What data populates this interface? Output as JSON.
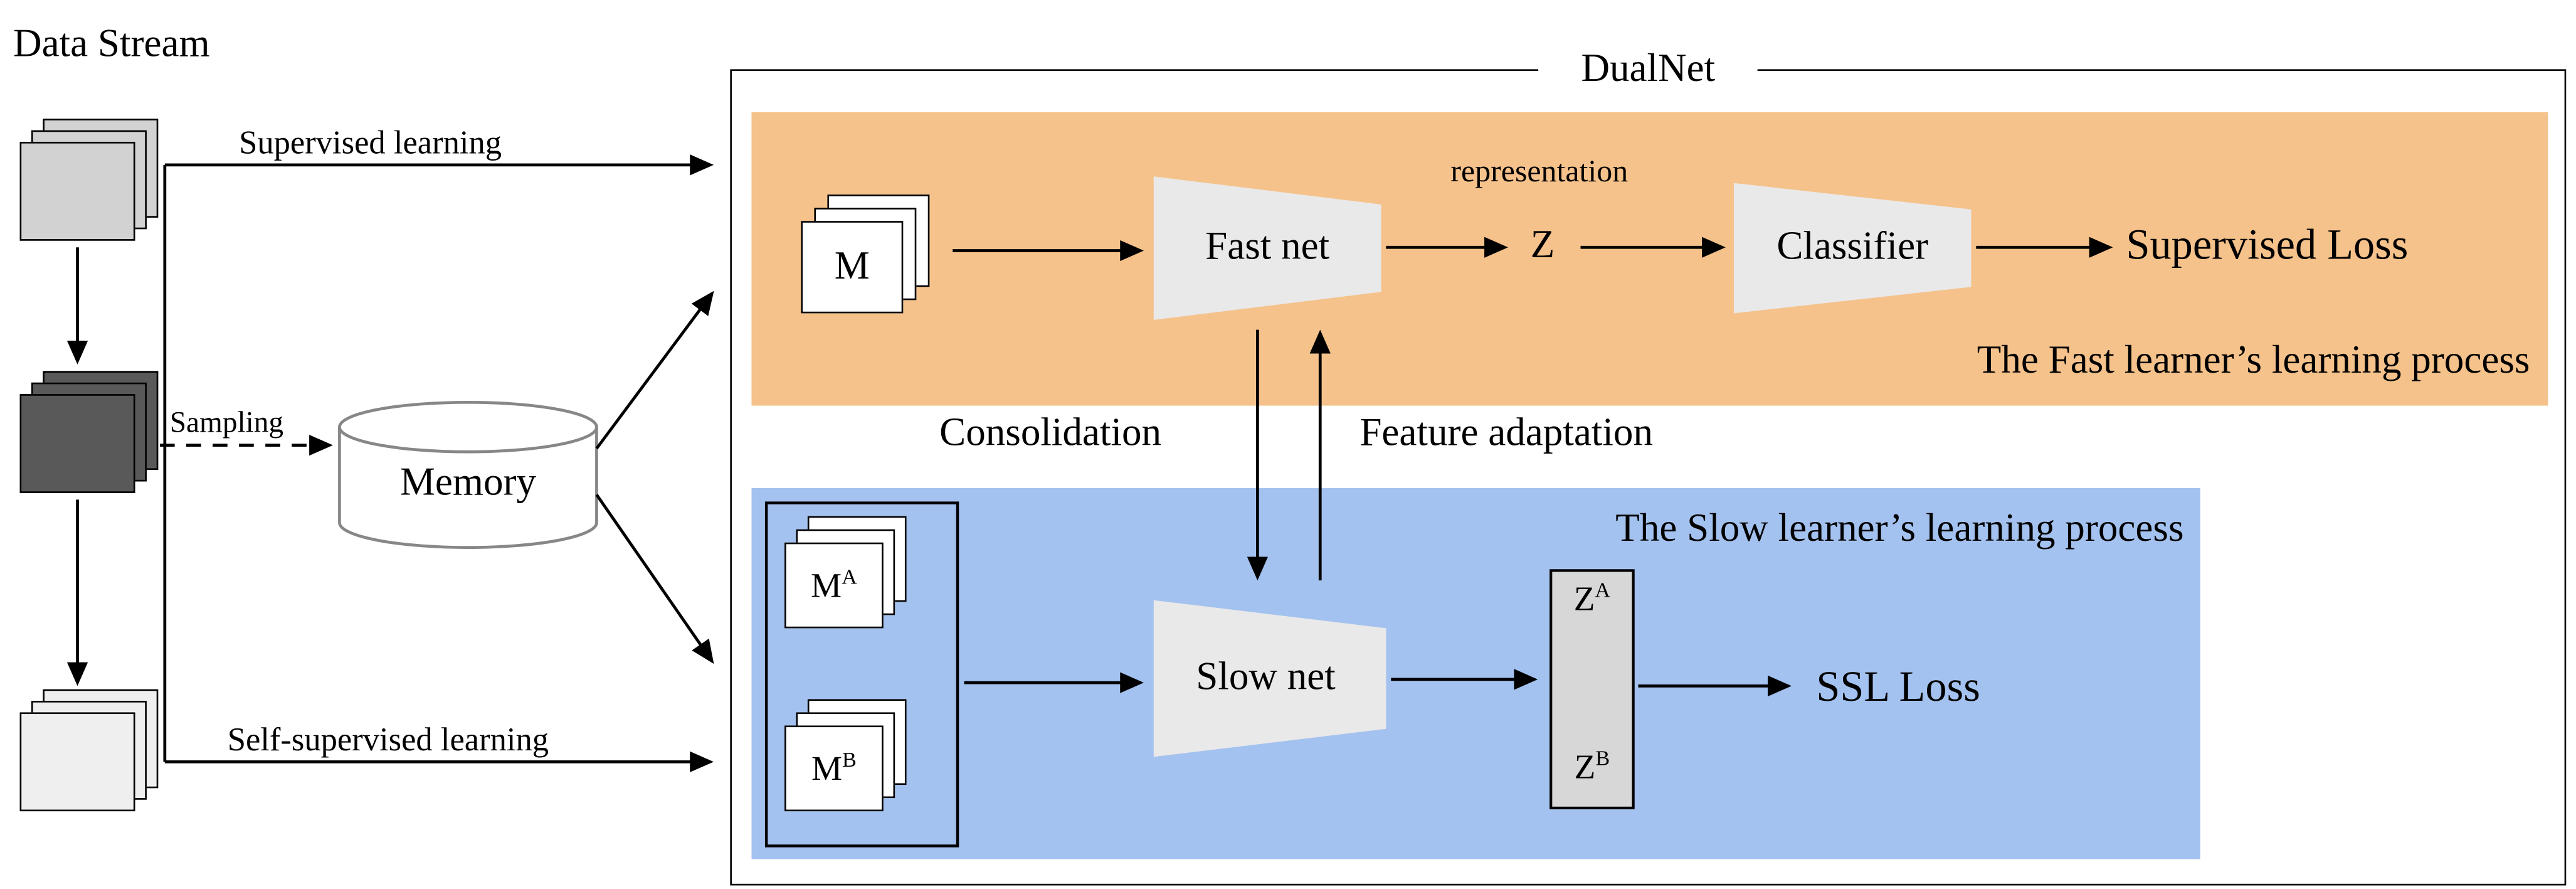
{
  "colors": {
    "orange": "#f5c28b",
    "blue": "#a4c2ef",
    "trapezoid": "#e9e9e9",
    "z_panel": "#d7d7d7",
    "card_light": "#d2d2d2",
    "card_dark": "#595959",
    "card_lighter": "#efefef"
  },
  "data_stream": {
    "title": "Data Stream"
  },
  "edges": {
    "supervised": "Supervised learning",
    "sampling": "Sampling",
    "self_supervised": "Self-supervised learning",
    "representation": "representation",
    "consolidation": "Consolidation",
    "feature_adaptation": "Feature adaptation"
  },
  "memory": {
    "label": "Memory"
  },
  "dualnet": {
    "title": "DualNet"
  },
  "fast": {
    "m_label": "M",
    "fast_net": "Fast net",
    "z": "Z",
    "classifier": "Classifier",
    "supervised_loss": "Supervised Loss",
    "caption": "The Fast learner’s learning process"
  },
  "slow": {
    "caption": "The Slow learner’s learning process",
    "ma": {
      "base": "M",
      "sup": "A"
    },
    "mb": {
      "base": "M",
      "sup": "B"
    },
    "slow_net": "Slow net",
    "za": {
      "base": "Z",
      "sup": "A"
    },
    "zb": {
      "base": "Z",
      "sup": "B"
    },
    "ssl_loss": "SSL Loss"
  }
}
